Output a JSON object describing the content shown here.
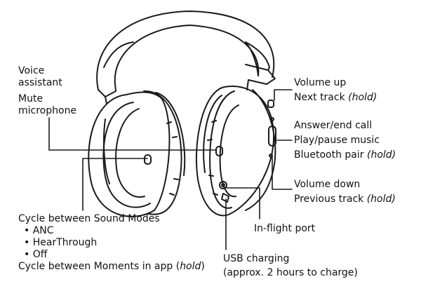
{
  "labels": {
    "voice_assistant": "Voice assistant",
    "voice_assistant_l1": "Voice",
    "voice_assistant_l2": "assistant",
    "mute_l1": "Mute",
    "mute_l2": "microphone",
    "volume_up": "Volume up",
    "next_track": "Next track",
    "next_track_hold": "(hold)",
    "answer_end_call": "Answer/end call",
    "play_pause": "Play/pause music",
    "bluetooth_pair": "Bluetooth pair",
    "bluetooth_pair_hold": "(hold)",
    "volume_down": "Volume down",
    "previous_track": "Previous track",
    "previous_track_hold": "(hold)",
    "cycle_sound_modes": "Cycle between Sound Modes",
    "sound_modes": [
      "ANC",
      "HearThrough",
      "Off"
    ],
    "bullet": "•",
    "cycle_moments": "Cycle between Moments in app (",
    "cycle_moments_hold": "hold",
    "cycle_moments_close": ")",
    "inflight_port": "In-flight port",
    "usb_l1": "USB charging",
    "usb_l2": "(approx. 2 hours to charge)"
  },
  "colors": {
    "line": "#1a1a1a",
    "text": "#111111",
    "background": "#ffffff"
  }
}
